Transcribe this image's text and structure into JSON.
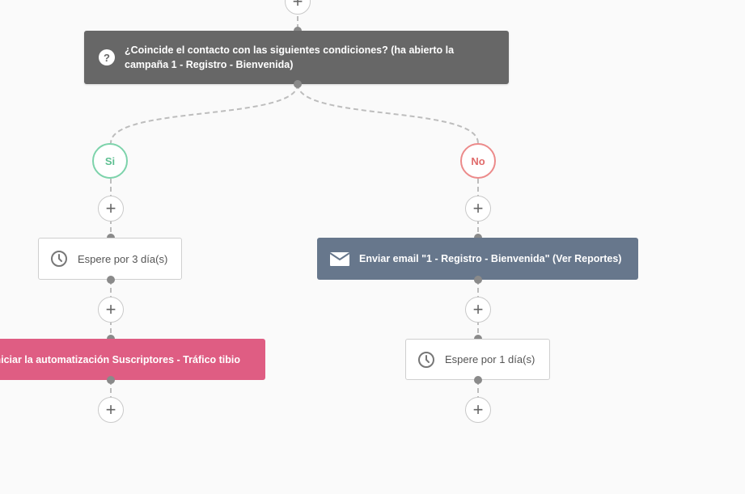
{
  "condition": {
    "icon": "question-icon",
    "text": "¿Coincide el contacto con las siguientes condiciones? (ha abierto la campaña 1 - Registro - Bienvenida)"
  },
  "branches": {
    "yes_label": "Si",
    "no_label": "No",
    "yes_color": "#7dd3ab",
    "no_color": "#ec8a8a"
  },
  "yes_branch": {
    "wait": {
      "icon": "clock-icon",
      "label": "Espere por 3 día(s)"
    },
    "automation": {
      "label": "Iniciar la automatización Suscriptores - Tráfico tibio",
      "color": "#df5d83"
    }
  },
  "no_branch": {
    "email": {
      "icon": "envelope-icon",
      "label": "Enviar email \"1 - Registro - Bienvenida\" (Ver Reportes)",
      "color": "#67778c"
    },
    "wait": {
      "icon": "clock-icon",
      "label": "Espere por 1 día(s)"
    }
  },
  "add_step": {
    "icon": "plus-icon",
    "symbol": "+"
  }
}
